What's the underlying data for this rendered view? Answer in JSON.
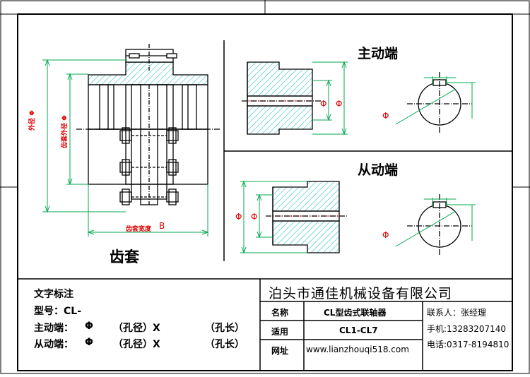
{
  "labels": {
    "driving_end": "主动端",
    "driven_end": "从动端",
    "sleeve": "齿套",
    "outer_dia": "外径 Φ",
    "sleeve_outer_dia": "齿套外径 Φ",
    "sleeve_width": "齿套宽度",
    "width_letter": "B",
    "phi": "Φ"
  },
  "notes": {
    "heading": "文字标注",
    "model": "型号：CL-",
    "driving_row": {
      "label": "主动端：",
      "phi": "Φ",
      "bore_dia": "（孔径）X",
      "bore_len": "（孔长）"
    },
    "driven_row": {
      "label": "从动端：",
      "phi": "Φ",
      "bore_dia": "（孔径）X",
      "bore_len": "（孔长）"
    }
  },
  "title_block": {
    "company": "泊头市通佳机械设备有限公司",
    "rows": [
      {
        "label": "名称",
        "value": "CL型齿式联轴器"
      },
      {
        "label": "适用",
        "value": "CL1-CL7"
      },
      {
        "label": "网址",
        "value": "www.lianzhouqi518.com"
      }
    ],
    "contact": "联系人：张经理",
    "mobile": "手机:13283207140",
    "phone": "电话:0317-8194810"
  },
  "colors": {
    "line": "#000000",
    "hatch": "#2ec4c4",
    "dimension": "#00a84f",
    "dim_text": "#e00000"
  }
}
